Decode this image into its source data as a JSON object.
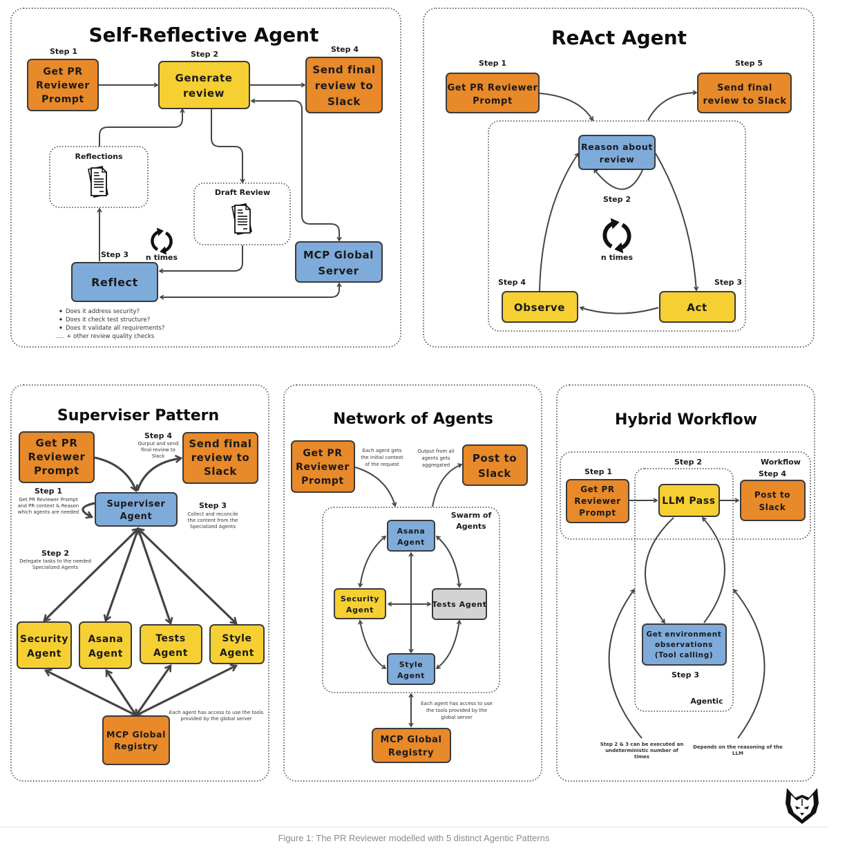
{
  "colors": {
    "orange": "#E8892A",
    "yellow": "#F6CF33",
    "blue": "#7FABDB",
    "gray": "#D3D3D6",
    "stroke": "#3a3a3a"
  },
  "panels": {
    "self_reflective": {
      "title": "Self-Reflective Agent",
      "step1": "Step 1",
      "step2": "Step 2",
      "step3": "Step 3",
      "step4": "Step 4",
      "get_prompt": [
        "Get PR",
        "Reviewer",
        "Prompt"
      ],
      "generate": [
        "Generate",
        "review"
      ],
      "send_final": [
        "Send final",
        "review to",
        "Slack"
      ],
      "reflections_label": "Reflections",
      "draft_label": "Draft Review",
      "loop_label": "n times",
      "reflect": "Reflect",
      "mcp": [
        "MCP Global",
        "Server"
      ],
      "checks": [
        "Does it address security?",
        "Does it check test structure?",
        "Does it validate all requirements?"
      ],
      "checks_more": "..... + other review quality checks"
    },
    "react": {
      "title": "ReAct Agent",
      "step1": "Step 1",
      "step2": "Step 2",
      "step3": "Step 3",
      "step4": "Step 4",
      "step5": "Step 5",
      "get_prompt": [
        "Get PR Reviewer",
        "Prompt"
      ],
      "send_final": [
        "Send final",
        "review to Slack"
      ],
      "reason": [
        "Reason about",
        "review"
      ],
      "loop_label": "n times",
      "observe": "Observe",
      "act": "Act"
    },
    "supervisor": {
      "title": "Superviser Pattern",
      "get_prompt": [
        "Get PR",
        "Reviewer",
        "Prompt"
      ],
      "send_final": [
        "Send final",
        "review to",
        "Slack"
      ],
      "supervisor": [
        "Superviser",
        "Agent"
      ],
      "step1": "Step 1",
      "step1_note": [
        "Get PR Reviewer Prompt",
        "and PR context & Reason",
        "which agents are needed"
      ],
      "step2": "Step 2",
      "step2_note": [
        "Delegate tasks to the needed",
        "Specialized Agents"
      ],
      "step3": "Step 3",
      "step3_note": [
        "Collect and reconcile",
        "the content from the",
        "Specialized Agents"
      ],
      "step4": "Step 4",
      "step4_note": [
        "Ourput and send",
        "final review to",
        "Slack"
      ],
      "agents": [
        [
          "Security",
          "Agent"
        ],
        [
          "Asana",
          "Agent"
        ],
        [
          "Tests",
          "Agent"
        ],
        [
          "Style",
          "Agent"
        ]
      ],
      "mcp": [
        "MCP Global",
        "Registry"
      ],
      "mcp_note": [
        "Each agent has access to use the tools",
        "provided by the global server"
      ]
    },
    "network": {
      "title": "Network of Agents",
      "get_prompt": [
        "Get PR",
        "Reviewer",
        "Prompt"
      ],
      "post": [
        "Post to",
        "Slack"
      ],
      "context_note": [
        "Each agent gets",
        "the initial context",
        "of the request"
      ],
      "output_note": [
        "Output from all",
        "agents gets",
        "aggregated"
      ],
      "swarm_label": [
        "Swarm of",
        "Agents"
      ],
      "asana": [
        "Asana",
        "Agent"
      ],
      "security": [
        "Security",
        "Agent"
      ],
      "tests": "Tests Agent",
      "style": [
        "Style",
        "Agent"
      ],
      "mcp": [
        "MCP Global",
        "Registry"
      ],
      "mcp_note": [
        "Each agent has access to use",
        "the tools provided by the",
        "global server"
      ]
    },
    "hybrid": {
      "title": "Hybrid Workflow",
      "workflow_label": "Workflow",
      "agentic_label": "Agentic",
      "step1": "Step 1",
      "step2": "Step 2",
      "step3": "Step 3",
      "step4": "Step 4",
      "get_prompt": [
        "Get PR",
        "Reviewer",
        "Prompt"
      ],
      "llm": "LLM Pass",
      "post": [
        "Post to",
        "Slack"
      ],
      "env": [
        "Get environment",
        "observations",
        "(Tool calling)"
      ],
      "left_note": [
        "Step 2 & 3 can be executed an",
        "undeterministic number of",
        "times"
      ],
      "right_note": [
        "Depends on the reasoning of the",
        "LLM"
      ]
    }
  },
  "logo": "wolf-logo",
  "caption": "Figure 1: The PR Reviewer modelled with 5 distinct Agentic Patterns"
}
